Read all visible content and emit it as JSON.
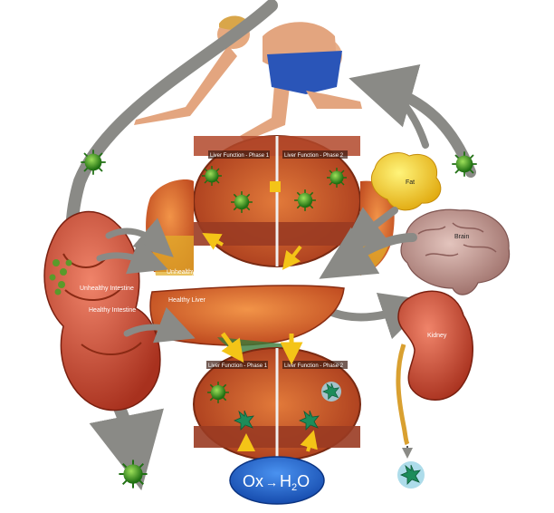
{
  "labels": {
    "liver_phase1_top": "Liver Function - Phase 1",
    "liver_phase2_top": "Liver Function - Phase 2",
    "liver_phase1_bottom": "Liver Function - Phase 1",
    "liver_phase2_bottom": "Liver Function - Phase 2",
    "unhealthy_liver": "Unhealthy Liver",
    "healthy_liver": "Healthy Liver",
    "unhealthy_intestine": "Unhealthy Intestine",
    "healthy_intestine": "Healthy Intestine",
    "fat": "Fat",
    "brain": "Brain",
    "kidney": "Kidney"
  },
  "ox_h2o": {
    "ox": "Ox",
    "arrow": "→",
    "h": "H",
    "sub": "2",
    "o": "O"
  },
  "colors": {
    "liver": "#d9541f",
    "liver_light": "#f08a3c",
    "intestine": "#c9452a",
    "fat": "#f2d21a",
    "brain": "#b98c8c",
    "kidney": "#c9472f",
    "toxin": "#2e8f1f",
    "arrow_gray": "#8a8a86",
    "arrow_yellow": "#f4c417",
    "ox_blue": "#2166d0"
  }
}
